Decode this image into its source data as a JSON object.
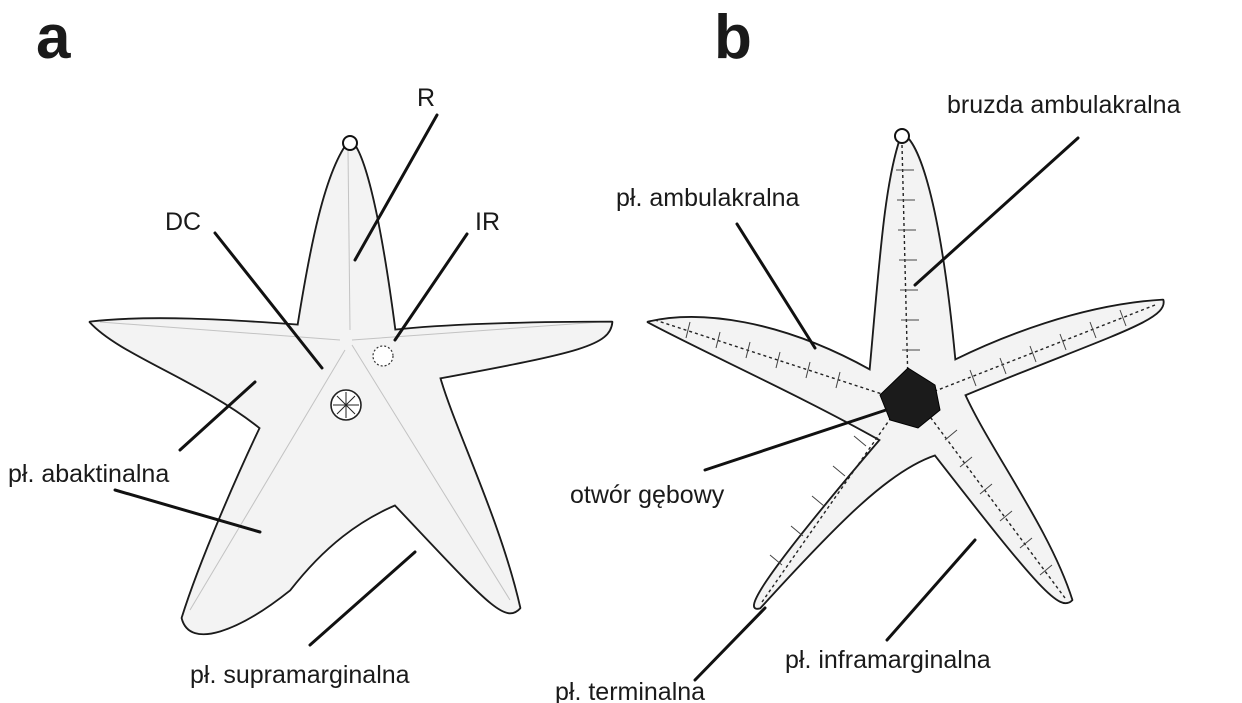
{
  "panels": {
    "a": {
      "letter": "a",
      "labels": {
        "R": "R",
        "DC": "DC",
        "IR": "IR",
        "abaktinalna": "pł. abaktinalna",
        "supramarginalna": "pł. supramarginalna"
      }
    },
    "b": {
      "letter": "b",
      "labels": {
        "bruzda": "bruzda ambulakralna",
        "ambulakralna": "pł. ambulakralna",
        "otwor": "otwór gębowy",
        "terminalna": "pł. terminalna",
        "inframarginalna": "pł. inframarginalna"
      }
    }
  }
}
